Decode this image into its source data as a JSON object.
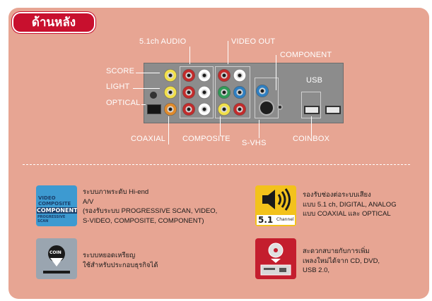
{
  "header": {
    "title": "ด้านหลัง"
  },
  "labels": {
    "audio": "5.1ch AUDIO",
    "video_out": "VIDEO OUT",
    "component": "COMPONENT",
    "score": "SCORE",
    "light": "LIGHT",
    "optical": "OPTICAL",
    "usb": "USB",
    "coaxial": "COAXIAL",
    "composite": "COMPOSITE",
    "svhs": "S-VHS",
    "coinbox": "COINBOX"
  },
  "features": [
    {
      "lines": [
        "ระบบภาพระดับ Hi-end",
        "A/V",
        "(รองรับระบบ PROGRESSIVE SCAN, VIDEO,",
        "S-VIDEO, COMPOSITE, COMPONENT)"
      ],
      "thumb_lines": [
        "VIDEO",
        "COMPOSITE",
        "COMPONENT",
        "PROGRESSIVE SCAN"
      ]
    },
    {
      "lines": [
        "รองรับช่องต่อระบบเสียง",
        "แบบ 5.1 ch, DIGITAL, ANALOG",
        "แบบ COAXIAL และ OPTICAL"
      ],
      "thumb_lines": [
        "5.1",
        "Channel"
      ]
    },
    {
      "lines": [
        "ระบบหยอดเหรียญ",
        "ใช้สำหรับประกอบธุรกิจได้"
      ],
      "thumb_lines": [
        "COIN"
      ]
    },
    {
      "lines": [
        "สะดวกสบายกับการเพิ่ม",
        "เพลงใหม่ได้จาก CD, DVD,",
        "USB 2.0,"
      ],
      "thumb_lines": []
    }
  ],
  "colors": {
    "card": "#e7a593",
    "header": "#c8102e",
    "text": "#1a1a1a"
  }
}
